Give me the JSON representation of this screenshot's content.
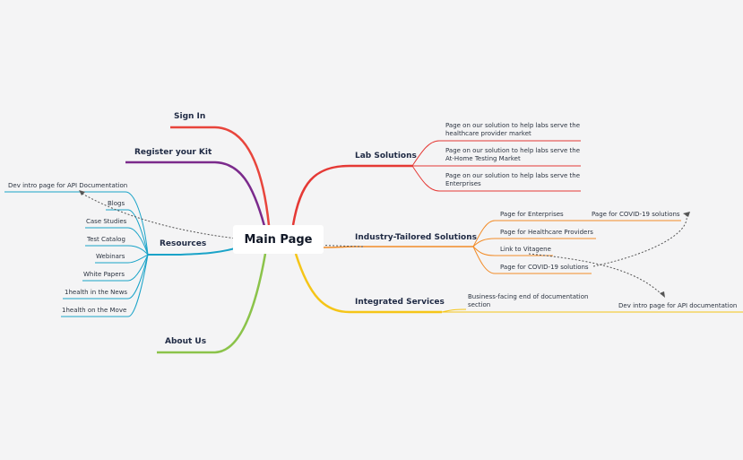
{
  "main": {
    "title": "Main Page"
  },
  "left_branches": {
    "sign_in": "Sign In",
    "register": "Register your Kit",
    "resources": "Resources",
    "about": "About Us"
  },
  "resources_items": [
    "Dev intro page for API Documentation",
    "Blogs",
    "Case Studies",
    "Test Catalog",
    "Webinars",
    "White Papers",
    "1health in the News",
    "1health on the Move"
  ],
  "right_branches": {
    "lab": "Lab Solutions",
    "industry": "Industry-Tailored Solutions",
    "integrated": "Integrated Services"
  },
  "lab_items": [
    "Page on our solution to help labs serve the healthcare provider  market",
    "Page on our solution to help labs serve the At-Home Testing Market",
    "Page on our solution to help labs serve the Enterprises"
  ],
  "industry_items": {
    "enterprises": "Page for Enterprises",
    "enterprises_covid": "Page for COVID-19 solutions",
    "healthcare": "Page for Healthcare Providers",
    "vitagene": "Link to Vitagene",
    "covid": "Page for COVID-19 solutions"
  },
  "integrated_items": {
    "business": "Business-facing end of documentation section",
    "dev": "Dev intro page for API documentation"
  },
  "colors": {
    "background": "#f4f4f5",
    "sign_in": "#e8453c",
    "register": "#7b2a8c",
    "resources": "#1aa3c8",
    "about": "#8bc34a",
    "lab": "#e53935",
    "industry": "#f28c28",
    "integrated": "#f5c518",
    "relation": "#555555"
  }
}
